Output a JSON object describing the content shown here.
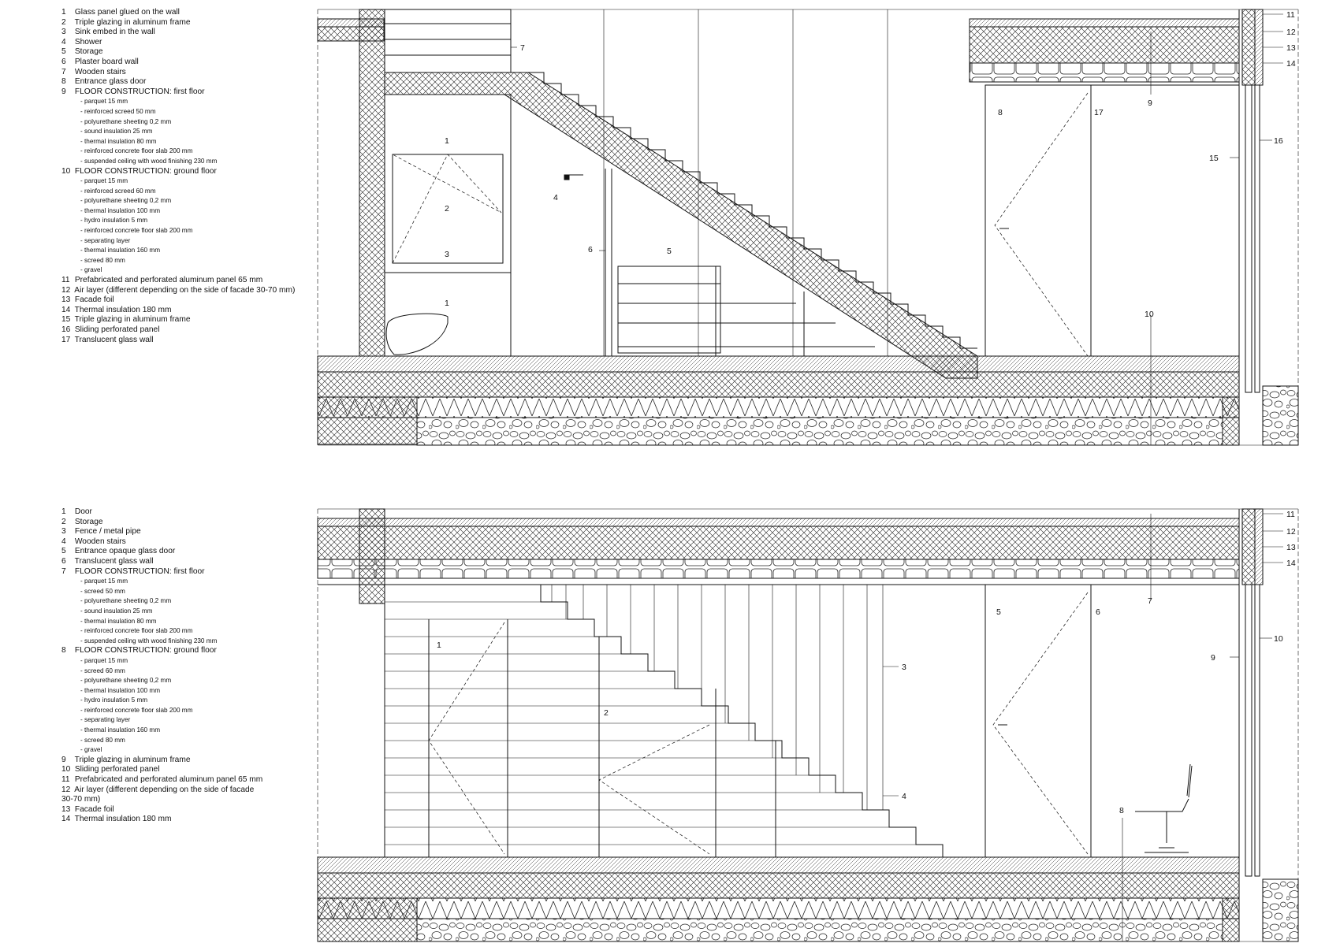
{
  "section_top": {
    "legend": [
      {
        "num": "1",
        "text": "Glass panel glued on the wall"
      },
      {
        "num": "2",
        "text": "Triple glazing in aluminum frame"
      },
      {
        "num": "3",
        "text": "Sink embed in the wall"
      },
      {
        "num": "4",
        "text": "Shower"
      },
      {
        "num": "5",
        "text": "Storage"
      },
      {
        "num": "6",
        "text": "Plaster board wall"
      },
      {
        "num": "7",
        "text": "Wooden stairs"
      },
      {
        "num": "8",
        "text": "Entrance glass door"
      },
      {
        "num": "9",
        "text": "FLOOR CONSTRUCTION: first floor"
      },
      {
        "sub": "- parquet 15 mm"
      },
      {
        "sub": "- reinforced screed 50 mm"
      },
      {
        "sub": "- polyurethane sheeting 0,2 mm"
      },
      {
        "sub": "- sound insulation 25 mm"
      },
      {
        "sub": "- thermal insulation 80 mm"
      },
      {
        "sub": "- reinforced concrete floor slab 200 mm"
      },
      {
        "sub": "- suspended ceiling with wood finishing 230 mm"
      },
      {
        "num": "10",
        "text": "FLOOR CONSTRUCTION: ground floor"
      },
      {
        "sub": "- parquet 15 mm"
      },
      {
        "sub": "- reinforced screed 60 mm"
      },
      {
        "sub": "- polyurethane sheeting 0,2 mm"
      },
      {
        "sub": "- thermal insulation 100 mm"
      },
      {
        "sub": "- hydro insulation 5 mm"
      },
      {
        "sub": "- reinforced concrete floor slab 200 mm"
      },
      {
        "sub": "- separating layer"
      },
      {
        "sub": "- thermal insulation 160 mm"
      },
      {
        "sub": "- screed 80 mm"
      },
      {
        "sub": "- gravel"
      },
      {
        "num": "11",
        "text": "Prefabricated and perforated aluminum panel 65 mm"
      },
      {
        "num": "12",
        "text": "Air layer (different depending on the side of facade 30-70 mm)"
      },
      {
        "num": "13",
        "text": "Facade foil"
      },
      {
        "num": "14",
        "text": "Thermal insulation 180 mm"
      },
      {
        "num": "15",
        "text": "Triple glazing in aluminum frame"
      },
      {
        "num": "16",
        "text": "Sliding perforated panel"
      },
      {
        "num": "17",
        "text": "Translucent glass wall"
      }
    ],
    "callouts": [
      "1",
      "2",
      "3",
      "4",
      "5",
      "6",
      "7",
      "8",
      "9",
      "10",
      "11",
      "12",
      "13",
      "14",
      "15",
      "16",
      "17",
      "1"
    ]
  },
  "section_bottom": {
    "legend": [
      {
        "num": "1",
        "text": "Door"
      },
      {
        "num": "2",
        "text": "Storage"
      },
      {
        "num": "3",
        "text": "Fence / metal pipe"
      },
      {
        "num": "4",
        "text": "Wooden stairs"
      },
      {
        "num": "5",
        "text": "Entrance opaque glass door"
      },
      {
        "num": "6",
        "text": "Translucent glass wall"
      },
      {
        "num": "7",
        "text": "FLOOR CONSTRUCTION: first floor"
      },
      {
        "sub": "- parquet 15 mm"
      },
      {
        "sub": "- screed 50 mm"
      },
      {
        "sub": "- polyurethane sheeting 0,2 mm"
      },
      {
        "sub": "- sound insulation 25 mm"
      },
      {
        "sub": "- thermal insulation 80 mm"
      },
      {
        "sub": "- reinforced concrete floor slab 200 mm"
      },
      {
        "sub": "- suspended ceiling with wood finishing 230 mm"
      },
      {
        "num": "8",
        "text": "FLOOR CONSTRUCTION: ground floor"
      },
      {
        "sub": "- parquet 15 mm"
      },
      {
        "sub": "- screed 60 mm"
      },
      {
        "sub": "- polyurethane sheeting 0,2 mm"
      },
      {
        "sub": "- thermal insulation 100 mm"
      },
      {
        "sub": "- hydro insulation 5 mm"
      },
      {
        "sub": "- reinforced concrete floor slab 200 mm"
      },
      {
        "sub": "- separating layer"
      },
      {
        "sub": "- thermal insulation 160 mm"
      },
      {
        "sub": "- screed 80 mm"
      },
      {
        "sub": "- gravel"
      },
      {
        "num": "9",
        "text": "Triple glazing in aluminum frame"
      },
      {
        "num": "10",
        "text": "Sliding perforated panel"
      },
      {
        "num": "11",
        "text": "Prefabricated and perforated aluminum panel 65 mm"
      },
      {
        "num": "12",
        "text": "Air layer (different depending on the side of facade"
      },
      {
        "cont": "30-70 mm)"
      },
      {
        "num": "13",
        "text": "Facade foil"
      },
      {
        "num": "14",
        "text": "Thermal insulation 180 mm"
      }
    ],
    "callouts": [
      "1",
      "2",
      "3",
      "4",
      "5",
      "6",
      "7",
      "8",
      "9",
      "10",
      "11",
      "12",
      "13",
      "14"
    ]
  }
}
